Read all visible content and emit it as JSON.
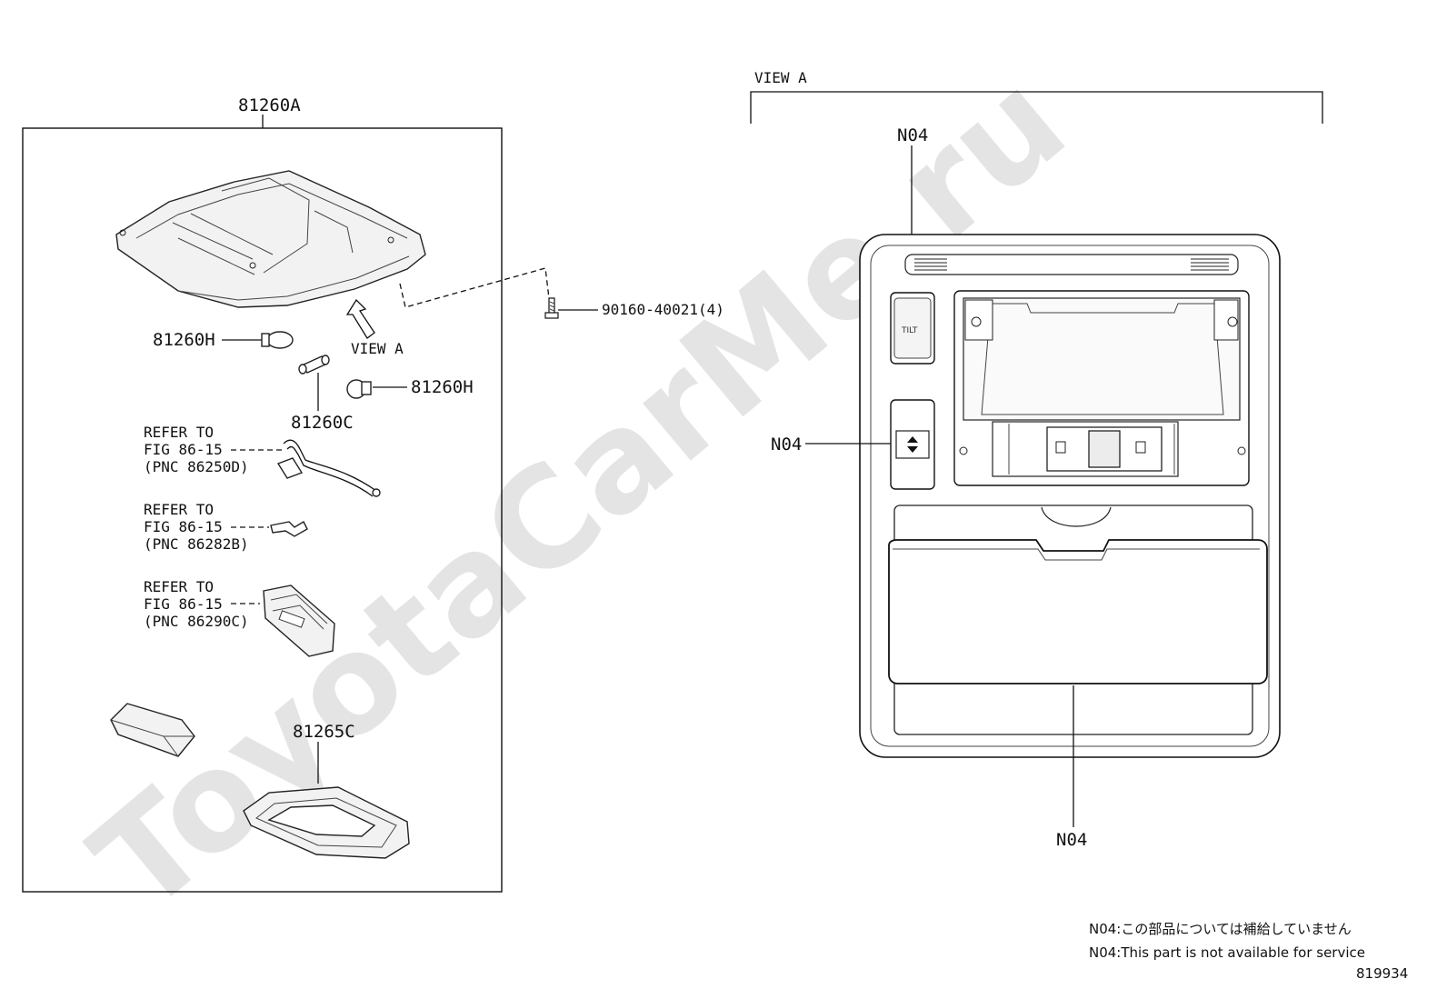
{
  "watermark": "ToyotaCarMe.ru",
  "left_panel": {
    "assembly_label": "81260A",
    "view_marker": "VIEW A",
    "screw_label": "90160-40021(4)",
    "bulb_left_label": "81260H",
    "bulb_right_label": "81260H",
    "festoon_label": "81260C",
    "refs": [
      {
        "line1": "REFER TO",
        "line2": "FIG 86-15",
        "line3": "(PNC 86250D)"
      },
      {
        "line1": "REFER TO",
        "line2": "FIG 86-15",
        "line3": "(PNC 86282B)"
      },
      {
        "line1": "REFER TO",
        "line2": "FIG 86-15",
        "line3": "(PNC 86290C)"
      }
    ],
    "lens_label": "81265C"
  },
  "view_a": {
    "title": "VIEW A",
    "callout_top": "N04",
    "callout_left": "N04",
    "callout_bottom": "N04",
    "tilt_text": "TILT"
  },
  "notes": {
    "jp": "N04:この部品については補給していません",
    "en": "N04:This part is not available for service",
    "figure_id": "819934"
  }
}
